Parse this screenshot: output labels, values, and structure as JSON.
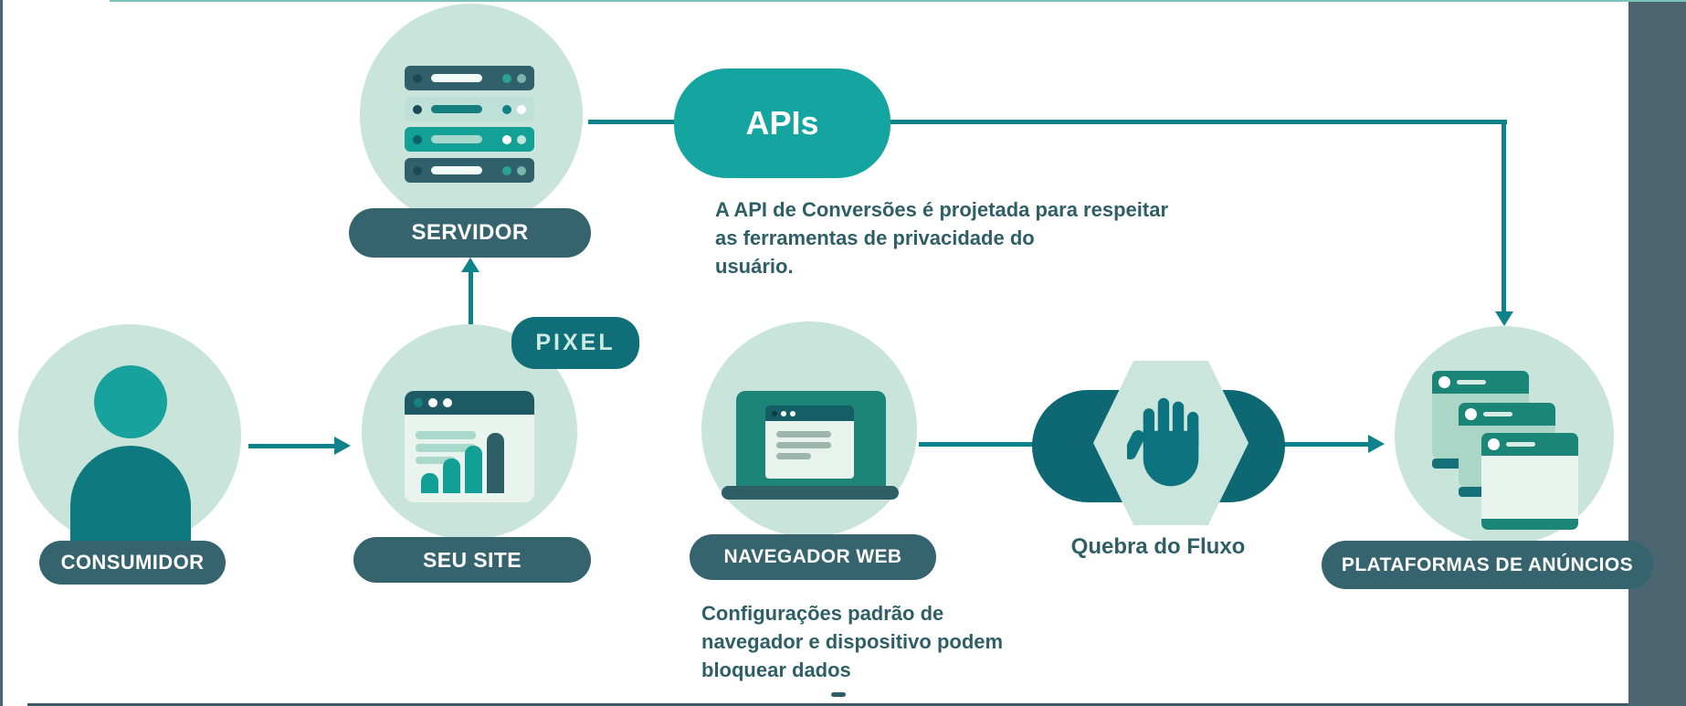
{
  "labels": {
    "servidor": "SERVIDOR",
    "consumidor": "CONSUMIDOR",
    "seu_site": "SEU SITE",
    "navegador_web": "NAVEGADOR WEB",
    "plataformas": "PLATAFORMAS DE ANÚNCIOS",
    "apis": "APIs",
    "pixel": "PIXEL",
    "quebra_fluxo": "Quebra do Fluxo"
  },
  "notes": {
    "api_note_line1": "A API de Conversões é projetada para respeitar",
    "api_note_line2": "as ferramentas de privacidade do",
    "api_note_line3": "usuário.",
    "browser_note_line1": "Configurações padrão de",
    "browser_note_line2": "navegador e dispositivo podem",
    "browser_note_line3": "bloquear dados"
  },
  "colors": {
    "accent_teal": "#14a5a0",
    "line_teal": "#0e828a",
    "dark_pill": "#35646e",
    "node_circle_fill": "#c9e4da",
    "note_text": "#2e5f66",
    "right_sidebar": "#4b6670",
    "pixel_pill": "#0f6e78",
    "flow_break_pill": "#0e6873",
    "icon_teal": "#1b8578",
    "icon_dark": "#2e5f66"
  }
}
